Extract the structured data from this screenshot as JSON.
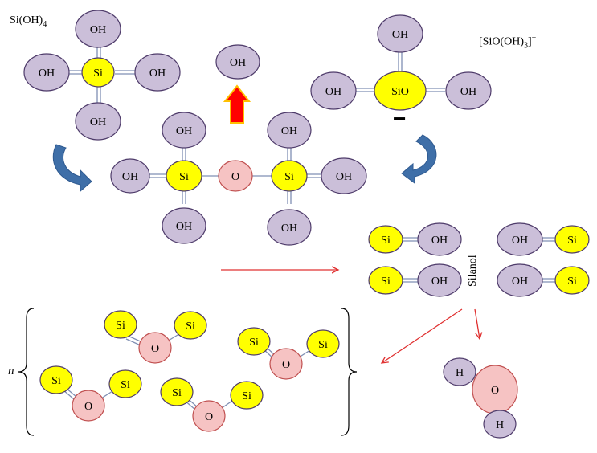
{
  "labels": {
    "silicic_acid": "Si(OH)",
    "silicic_acid_sub": "4",
    "silicate_ion": "[SiO(OH)",
    "silicate_ion_sub": "3",
    "silicate_ion_tail": "]",
    "silicate_ion_sup": "−",
    "silanol": "Silanol",
    "n": "n",
    "charge": "−"
  },
  "atoms": {
    "oh": "OH",
    "si": "Si",
    "o": "O",
    "sio": "SiO",
    "h": "H"
  },
  "colors": {
    "oh_fill": "#cbbfd9",
    "si_fill": "#ffff00",
    "o_fill": "#f6c3c3",
    "o_big_fill": "#f6c3c3",
    "atom_stroke": "#4e3b6a",
    "bond": "#7f8fb3",
    "red_arrow": "#e03030",
    "blue_arrow": "#3f6fa8",
    "up_arrow": "#ff0000",
    "up_arrow_stroke": "#ffc000"
  }
}
